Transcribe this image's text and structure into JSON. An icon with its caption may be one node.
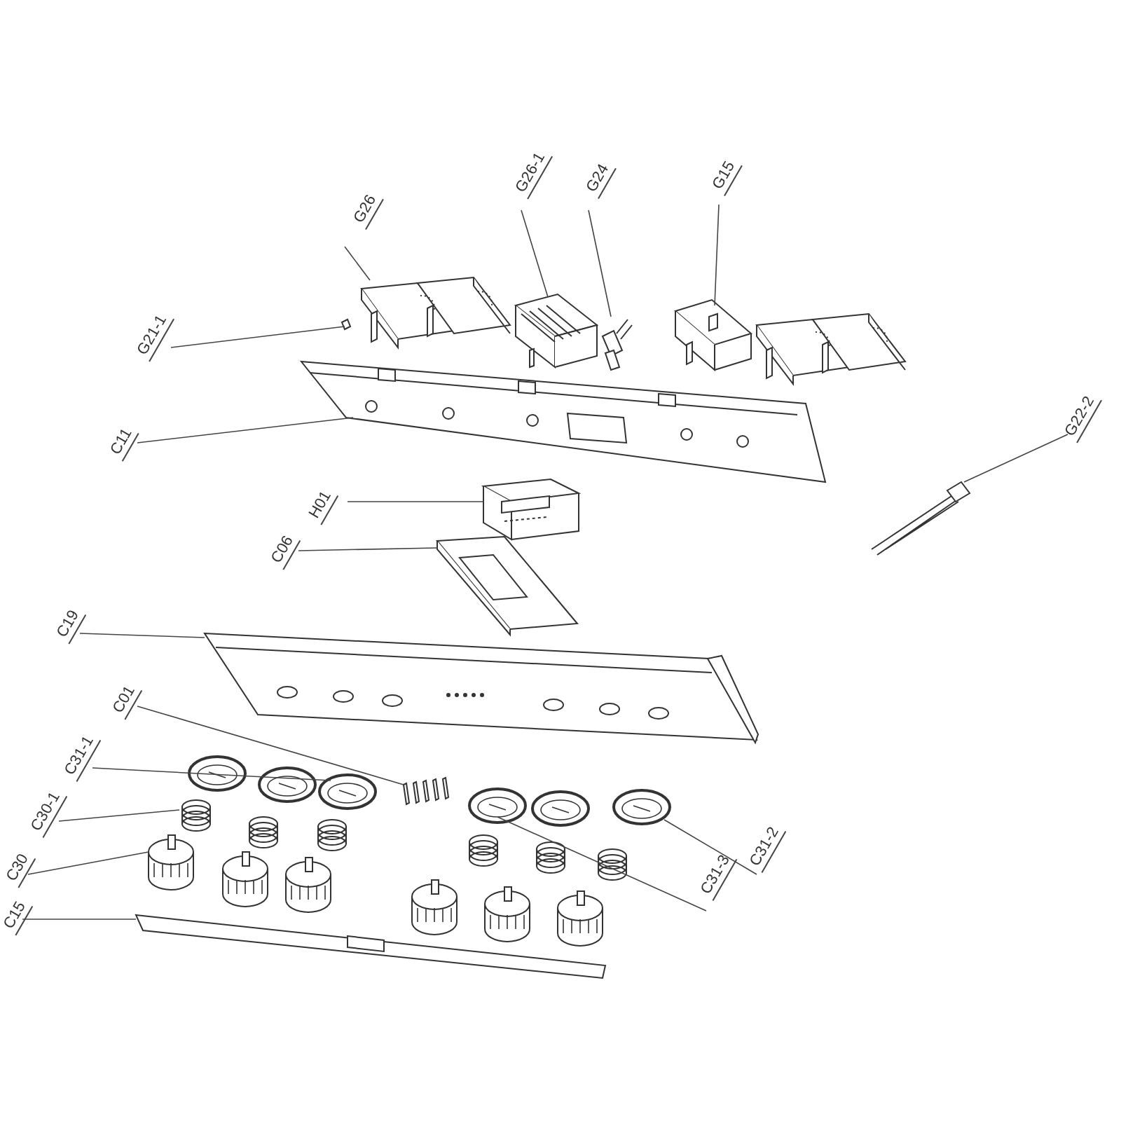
{
  "diagram": {
    "nodes": [
      {
        "text": [
          "G26"
        ]
      },
      {
        "text": [
          "G26-1"
        ]
      },
      {
        "text": [
          "G24"
        ]
      },
      {
        "text": [
          "G15"
        ]
      },
      {
        "text": [
          "G21-1"
        ]
      },
      {
        "text": [
          "C11"
        ]
      },
      {
        "text": [
          "H01"
        ]
      },
      {
        "text": [
          "C06"
        ]
      },
      {
        "text": [
          "C19"
        ]
      },
      {
        "text": [
          "C01"
        ]
      },
      {
        "text": [
          "C31-1"
        ]
      },
      {
        "text": [
          "C30-1"
        ]
      },
      {
        "text": [
          "C30"
        ]
      },
      {
        "text": [
          "C15"
        ]
      },
      {
        "text": [
          "C31-3"
        ]
      },
      {
        "text": [
          "C31-2"
        ]
      },
      {
        "text": [
          "G22-2"
        ]
      },
      {
        "text": [],
        "shape": "picture"
      },
      {
        "text": [],
        "shape": "picture"
      },
      {
        "text": [],
        "shape": "picture"
      },
      {
        "text": [],
        "shape": "picture"
      },
      {
        "text": [],
        "shape": "picture"
      },
      {
        "text": [],
        "shape": "picture"
      },
      {
        "text": [],
        "shape": "picture"
      },
      {
        "text": [],
        "shape": "picture"
      },
      {
        "text": [],
        "shape": "picture"
      },
      {
        "text": [],
        "shape": "picture"
      },
      {
        "text": [],
        "shape": "picture"
      },
      {
        "text": [],
        "shape": "picture"
      },
      {
        "text": [],
        "shape": "picture"
      },
      {
        "text": [],
        "shape": "picture"
      },
      {
        "text": [],
        "shape": "picture"
      },
      {
        "text": [],
        "shape": "picture"
      },
      {
        "text": [],
        "shape": "picture"
      }
    ],
    "edges": [
      {
        "from": 0,
        "to": 17,
        "arrow": "none"
      },
      {
        "from": 1,
        "to": 18,
        "arrow": "none"
      },
      {
        "from": 2,
        "to": 19,
        "arrow": "none"
      },
      {
        "from": 3,
        "to": 20,
        "arrow": "none"
      },
      {
        "from": 4,
        "to": 21,
        "arrow": "none"
      },
      {
        "from": 5,
        "to": 22,
        "arrow": "none"
      },
      {
        "from": 6,
        "to": 23,
        "arrow": "none"
      },
      {
        "from": 7,
        "to": 24,
        "arrow": "none"
      },
      {
        "from": 8,
        "to": 25,
        "arrow": "none"
      },
      {
        "from": 9,
        "to": 26,
        "arrow": "none"
      },
      {
        "from": 10,
        "to": 27,
        "arrow": "none"
      },
      {
        "from": 11,
        "to": 28,
        "arrow": "none"
      },
      {
        "from": 12,
        "to": 29,
        "arrow": "none"
      },
      {
        "from": 13,
        "to": 30,
        "arrow": "none"
      },
      {
        "from": 14,
        "to": 31,
        "arrow": "none"
      },
      {
        "from": 15,
        "to": 32,
        "arrow": "none"
      },
      {
        "from": 16,
        "to": 33,
        "arrow": "none"
      }
    ]
  }
}
